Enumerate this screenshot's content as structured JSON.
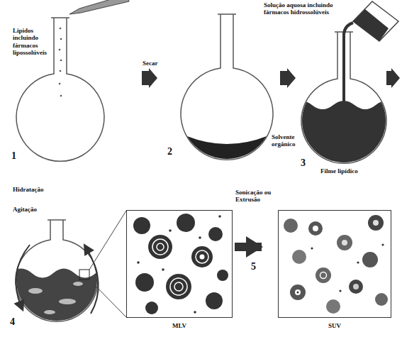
{
  "diagram": {
    "nodes": [
      {
        "text": [
          "MLV"
        ]
      },
      {
        "text": [
          "SUV"
        ]
      }
    ],
    "edges": [
      {
        "from": 0,
        "to": 1,
        "arrow": "to"
      }
    ],
    "labels": [
      "Lipidos incluindo fármacos lipossolúveis",
      "Secar",
      "Solução aquosa incluindo fármacos hidrossolúveis",
      "1",
      "2",
      "Solvente orgânico",
      "3",
      "Filme lipídico",
      "Hidratação",
      "Agitação",
      "Sonicação ou Extrusão",
      "4",
      "5"
    ]
  }
}
